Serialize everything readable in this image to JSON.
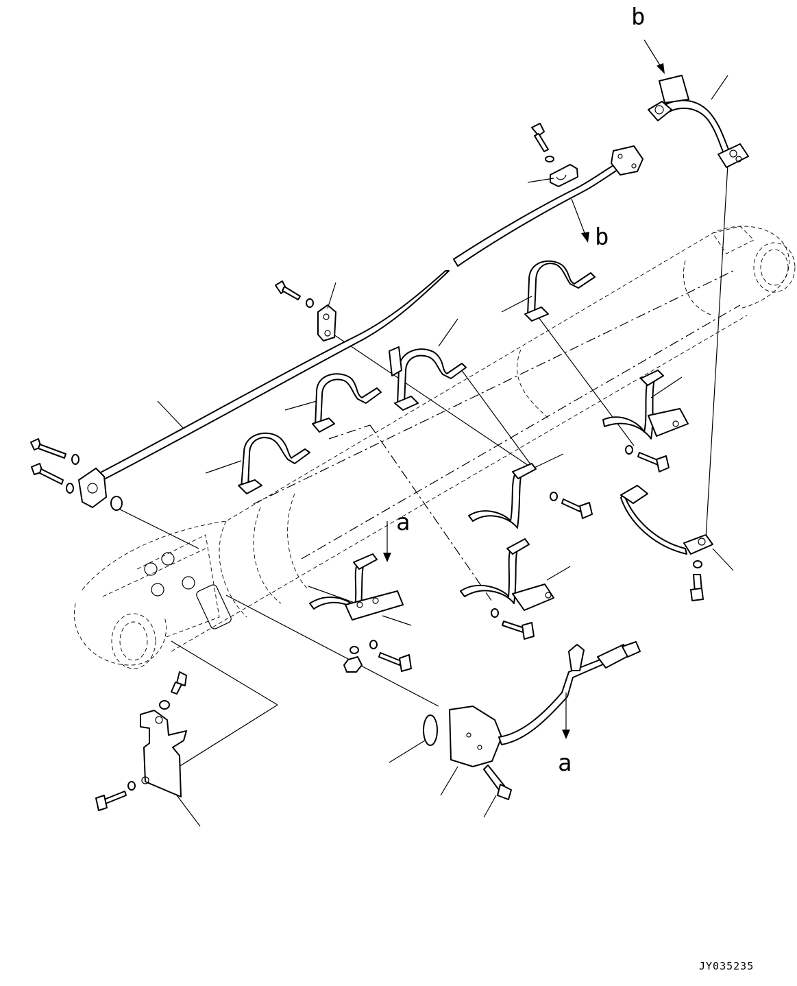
{
  "callouts": {
    "top_b": "b",
    "mid_b": "b",
    "mid_a": "a",
    "bottom_a": "a"
  },
  "drawing_code": "JY035235",
  "colors": {
    "ink": "#000000",
    "paper": "#ffffff"
  }
}
